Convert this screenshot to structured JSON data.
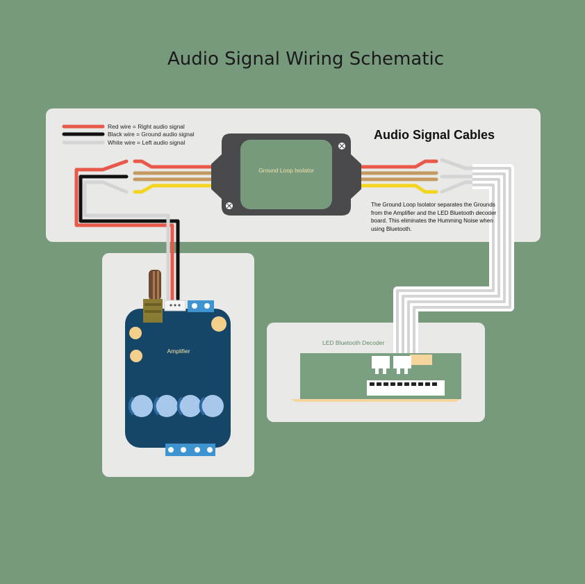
{
  "title": "Audio Signal Wiring Schematic",
  "legend": [
    {
      "text": "Red wire = Right audio signal",
      "color": "#e8594a"
    },
    {
      "text": "Black wire = Ground audio signal",
      "color": "#111111"
    },
    {
      "text": "White wire = Left audio signal",
      "color": "#d9d9d9"
    }
  ],
  "cables_heading": "Audio Signal Cables",
  "isolator": {
    "label": "Ground Loop Isolator"
  },
  "isolator_note": "The Ground Loop Isolator separates the Grounds from the Amplifier and the LED Bluetooth decoder board. This eliminates the Humming Noise when using Bluetooth.",
  "amplifier": {
    "label": "Amplifier"
  },
  "decoder": {
    "label": "LED Bluetooth Decoder"
  },
  "colors": {
    "background": "#77997c",
    "panel": "#e9e9e7",
    "wire_red": "#e8594a",
    "wire_black": "#111111",
    "wire_white": "#d9d9d9",
    "wire_tan": "#c49a62",
    "wire_yellow": "#f3d41f",
    "isolator_body": "#4a4a4d",
    "isolator_inner": "#77997c",
    "amp_board": "#154667",
    "decoder_board": "#7a9f81"
  }
}
